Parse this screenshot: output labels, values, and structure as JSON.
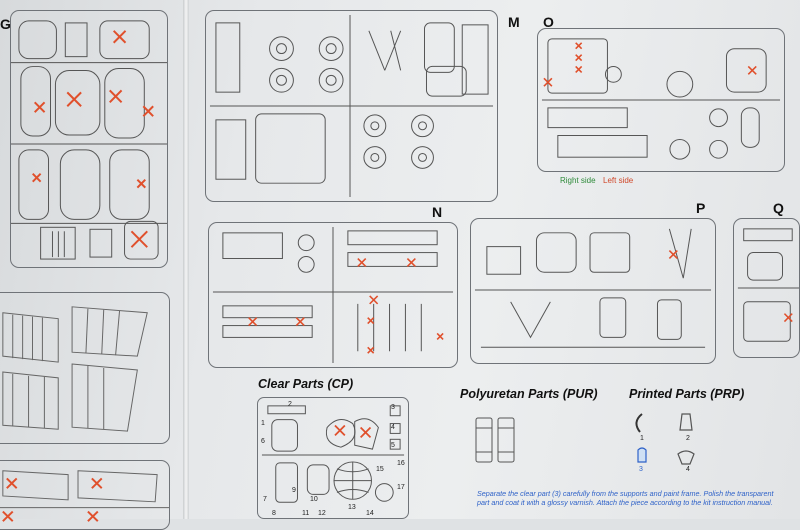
{
  "sprue_letters": {
    "g": "G",
    "m": "M",
    "o": "O",
    "n": "N",
    "p": "P",
    "q": "Q"
  },
  "side_labels": {
    "right": "Right side",
    "left": "Left side"
  },
  "section_titles": {
    "clear": "Clear Parts (CP)",
    "polyurethane": "Polyuretan Parts (PUR)",
    "printed": "Printed Parts (PRP)"
  },
  "printed_part_numbers": [
    "1",
    "2",
    "3",
    "4"
  ],
  "clear_part_numbers": [
    "1",
    "2",
    "3",
    "4",
    "5",
    "6",
    "7",
    "8",
    "9",
    "10",
    "11",
    "12",
    "13",
    "14",
    "15",
    "16",
    "17"
  ],
  "instruction_note": "Separate the clear part (3) carefully from the supports and paint frame. Polish the transparent part and coat it with a glossy varnish. Attach the piece according to the kit instruction manual.",
  "colors": {
    "right_side": "#2e8b3a",
    "left_side": "#d0482a",
    "exclude_mark": "#e0502c",
    "note_text": "#2f62c8"
  }
}
